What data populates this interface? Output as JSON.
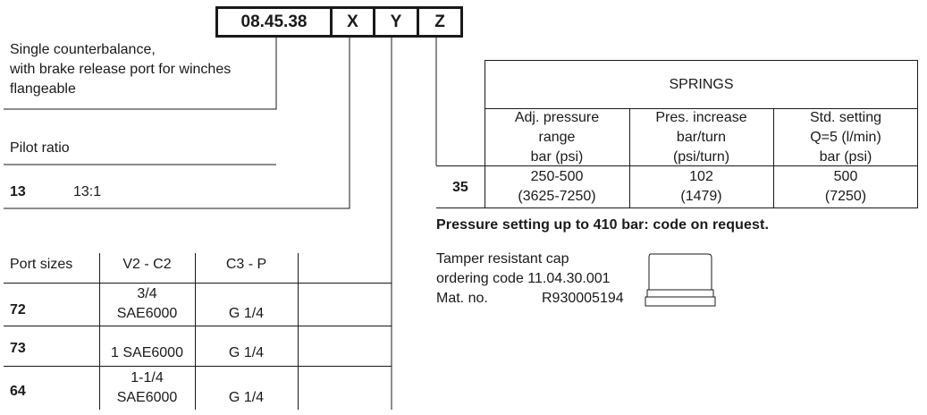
{
  "ordering_code": {
    "base": "08.45.38",
    "x": "X",
    "y": "Y",
    "z": "Z"
  },
  "description": {
    "line1": "Single counterbalance,",
    "line2": "with brake release port for winches",
    "line3": "flangeable"
  },
  "pilot_ratio": {
    "heading": "Pilot ratio",
    "code": "13",
    "value": "13:1"
  },
  "port_sizes": {
    "headers": [
      "Port sizes",
      "V2 - C2",
      "C3 - P"
    ],
    "rows": [
      {
        "code": "72",
        "v2c2_line1": "3/4",
        "v2c2_line2": "SAE6000",
        "c3p": "G 1/4"
      },
      {
        "code": "73",
        "v2c2_line1": "1 SAE6000",
        "v2c2_line2": "",
        "c3p": "G 1/4"
      },
      {
        "code": "64",
        "v2c2_line1": "1-1/4",
        "v2c2_line2": "SAE6000",
        "c3p": "G 1/4"
      }
    ]
  },
  "springs": {
    "title": "SPRINGS",
    "col1": [
      "Adj. pressure",
      "range",
      "bar (psi)"
    ],
    "col2": [
      "Pres. increase",
      "bar/turn",
      "(psi/turn)"
    ],
    "col3": [
      "Std. setting",
      "Q=5 (l/min)",
      "bar (psi)"
    ],
    "row": {
      "code": "35",
      "adj": [
        "250-500",
        "(3625-7250)"
      ],
      "inc": [
        "102",
        "(1479)"
      ],
      "std": [
        "500",
        "(7250)"
      ]
    }
  },
  "note": "Pressure setting up to 410 bar: code on request.",
  "tamper": {
    "line1": "Tamper resistant cap",
    "line2": "ordering code 11.04.30.001",
    "mat_label": "Mat. no.",
    "mat_no": "R930005194"
  }
}
